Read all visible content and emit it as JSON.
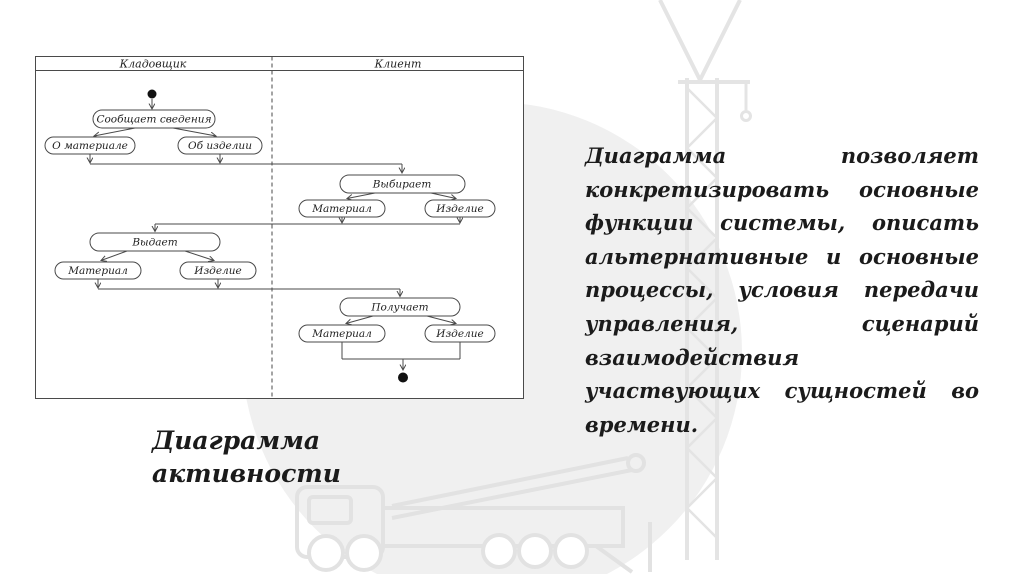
{
  "slide": {
    "caption": "Диаграмма активности",
    "body_text": "Диаграмма позволяет конкретизировать основные функции системы, описать альтернативные и основные процессы, условия передачи управления, сценарий взаимодействия участвующих сущностей во времени."
  },
  "diagram": {
    "type": "uml-activity-swimlanes",
    "lanes": [
      {
        "label": "Кладовщик"
      },
      {
        "label": "Клиент"
      }
    ],
    "nodes": {
      "report": "Сообщает сведения",
      "about_material": "О материале",
      "about_product": "Об изделии",
      "chooses": "Выбирает",
      "material_choose": "Материал",
      "product_choose": "Изделие",
      "issues": "Выдает",
      "material_issue": "Материал",
      "product_issue": "Изделие",
      "receives": "Получает",
      "material_receive": "Материал",
      "product_receive": "Изделие"
    }
  },
  "colors": {
    "diagram_stroke": "#4a4a4a",
    "text": "#1b1b1b",
    "watermark_line": "#e4e4e4",
    "watermark_fill": "#f0f0f0",
    "background": "#ffffff"
  }
}
